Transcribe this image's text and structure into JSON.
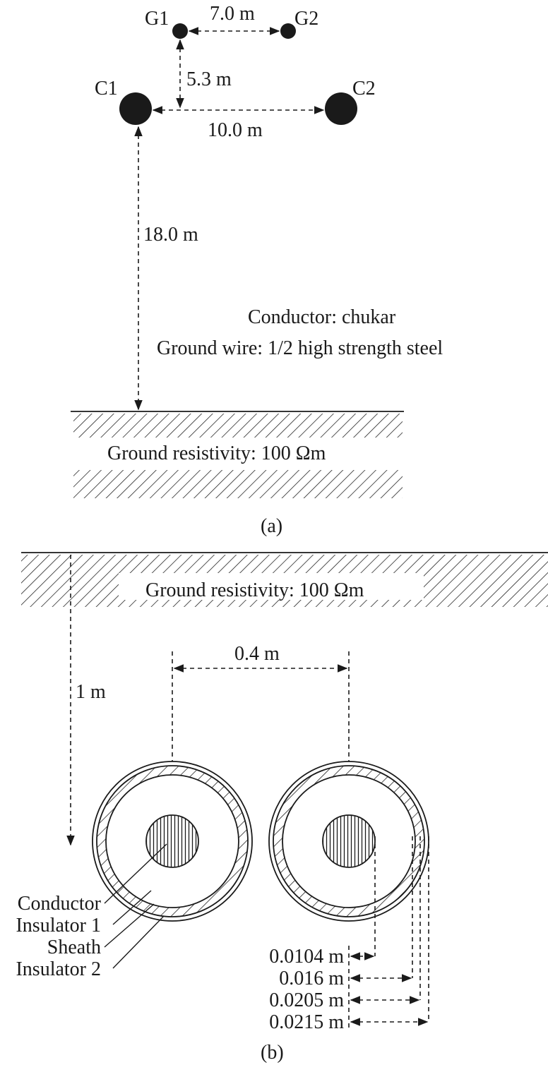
{
  "panel_a": {
    "g1_label": "G1",
    "g2_label": "G2",
    "c1_label": "C1",
    "c2_label": "C2",
    "dim_g1_g2": "7.0 m",
    "dim_g_c_vertical": "5.3 m",
    "dim_c1_c2": "10.0 m",
    "dim_height": "18.0 m",
    "conductor_text": "Conductor: chukar",
    "ground_wire_text": "Ground wire: 1/2 high strength steel",
    "ground_resistivity": "Ground resistivity: 100 Ωm",
    "caption": "(a)"
  },
  "panel_b": {
    "ground_resistivity": "Ground resistivity: 100 Ωm",
    "dim_spacing": "0.4 m",
    "dim_depth": "1 m",
    "legend": {
      "conductor": "Conductor",
      "insulator1": "Insulator 1",
      "sheath": "Sheath",
      "insulator2": "Insulator 2"
    },
    "radii": [
      "0.0104 m",
      "0.016 m",
      "0.0205 m",
      "0.0215 m"
    ],
    "caption": "(b)"
  }
}
